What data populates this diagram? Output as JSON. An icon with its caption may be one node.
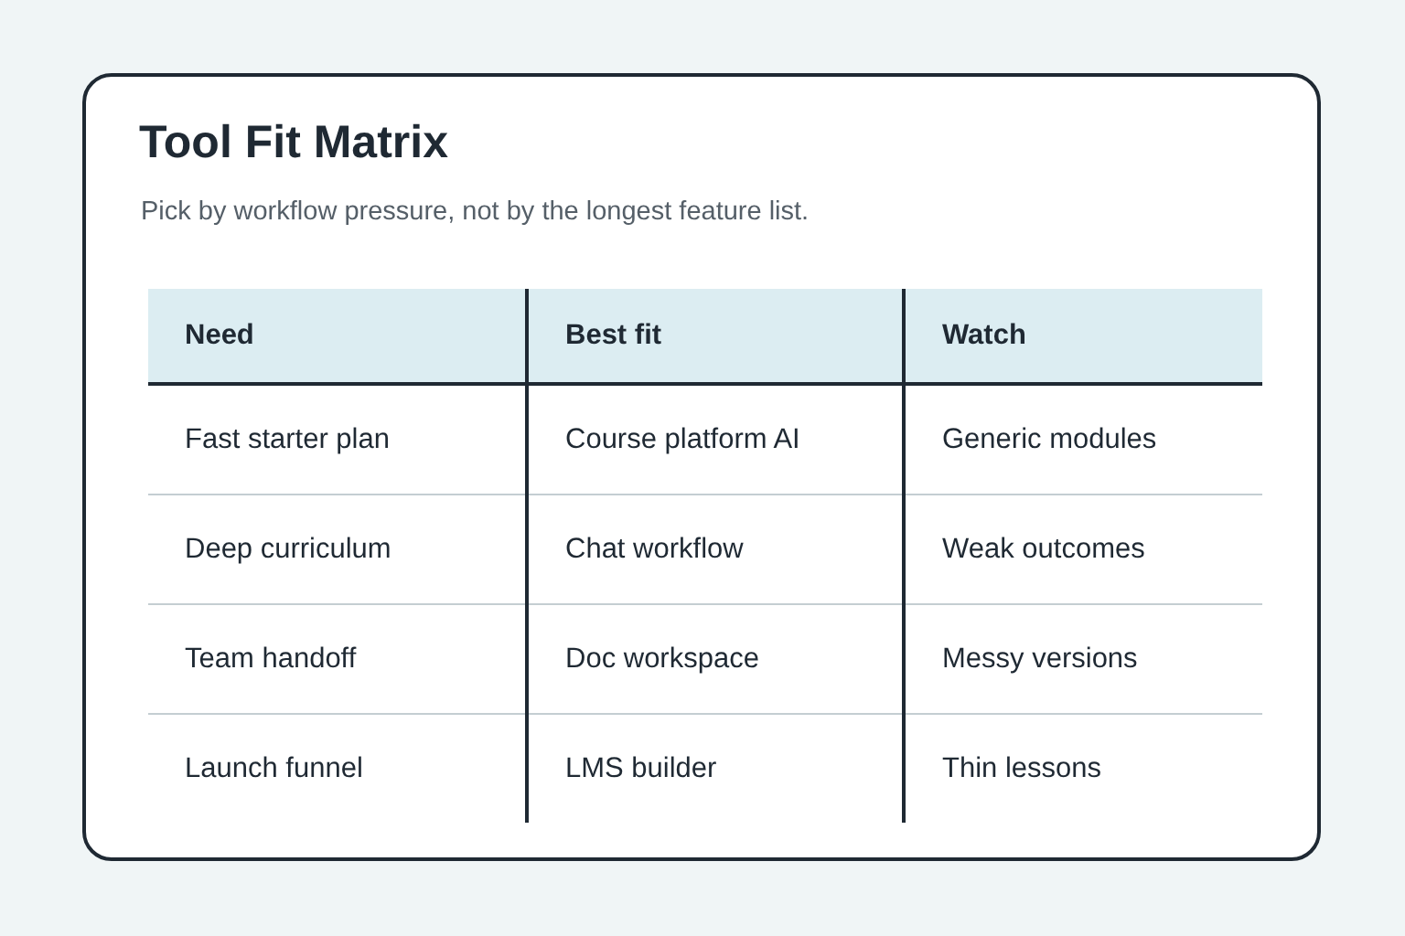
{
  "diagram": {
    "title": "Tool Fit Matrix",
    "labels": [
      "Pick by workflow pressure, not by the longest feature list.",
      "Need",
      "Best fit",
      "Watch",
      "Fast starter plan",
      "Course platform AI",
      "Generic modules",
      "Deep curriculum",
      "Chat workflow",
      "Weak outcomes",
      "Team handoff",
      "Doc workspace",
      "Messy versions",
      "Launch funnel",
      "LMS builder",
      "Thin lessons"
    ]
  }
}
